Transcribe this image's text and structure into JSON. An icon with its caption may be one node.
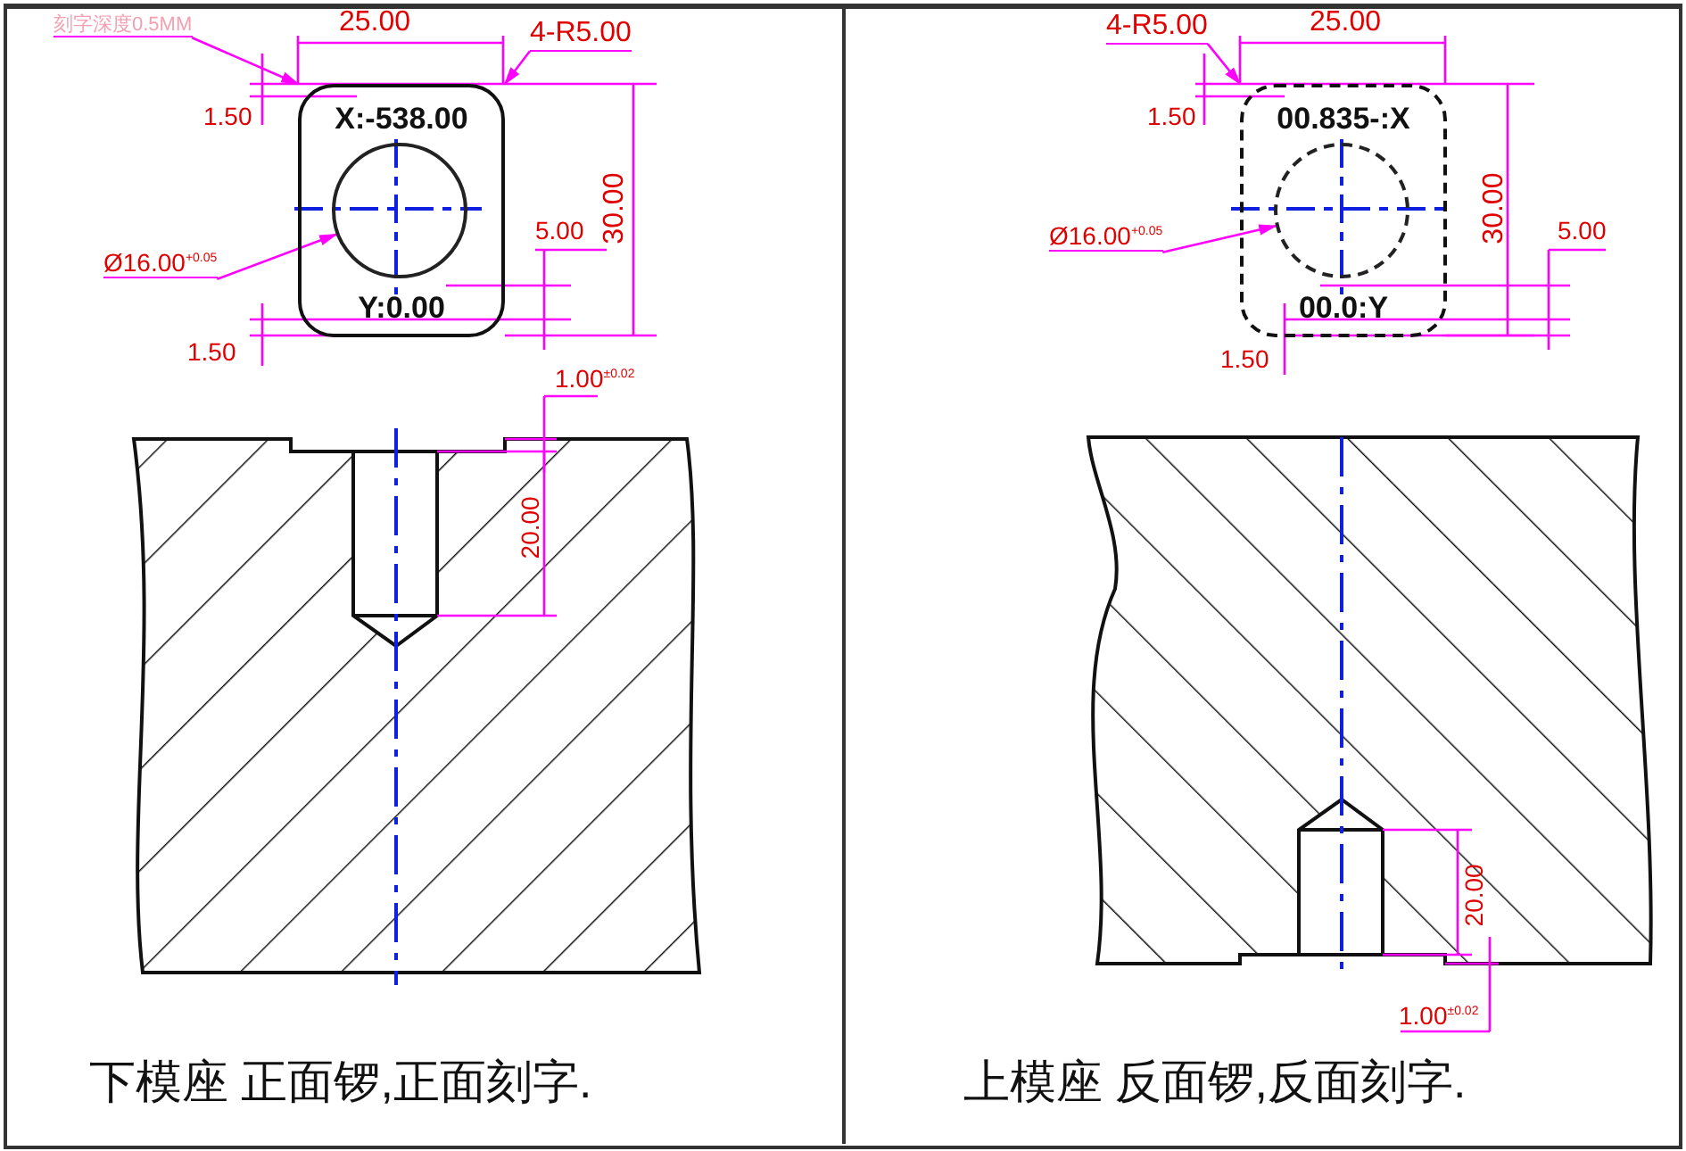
{
  "diagram": {
    "nodes": [
      {
        "text": [
          "X:-538.00",
          "Y:0.00"
        ]
      },
      {
        "text": [],
        "shape": "circle",
        "in": 0
      },
      {
        "text": [
          "4-R5.00"
        ]
      },
      {
        "text": [
          "Ø16.00$^{+0.05}$"
        ]
      },
      {
        "text": [
          "刻字深度0.5MM"
        ]
      },
      {
        "text": [
          "00.835-:X",
          "00.0:Y"
        ]
      },
      {
        "text": [],
        "shape": "circle",
        "in": 5
      },
      {
        "text": [
          "4-R5.00"
        ]
      },
      {
        "text": [
          "Ø16.00$^{+0.05}$"
        ]
      }
    ],
    "edges": [
      {
        "from": 2,
        "to": 0,
        "arrow": "to"
      },
      {
        "from": 3,
        "to": 1,
        "arrow": "to"
      },
      {
        "from": 4,
        "to": 0,
        "arrow": "to"
      },
      {
        "from": 7,
        "to": 5,
        "arrow": "to"
      },
      {
        "from": 8,
        "to": 6,
        "arrow": "to"
      }
    ],
    "labels": [
      "25.00",
      "1.50",
      "30.00",
      "5.00",
      "1.50",
      "1.00$^{±0.02}$",
      "20.00",
      "25.00",
      "1.50",
      "30.00",
      "5.00",
      "1.50",
      "20.00",
      "1.00$^{±0.02}$",
      "下模座 正面锣,正面刻字.",
      "上模座 反面锣,反面刻字."
    ]
  }
}
